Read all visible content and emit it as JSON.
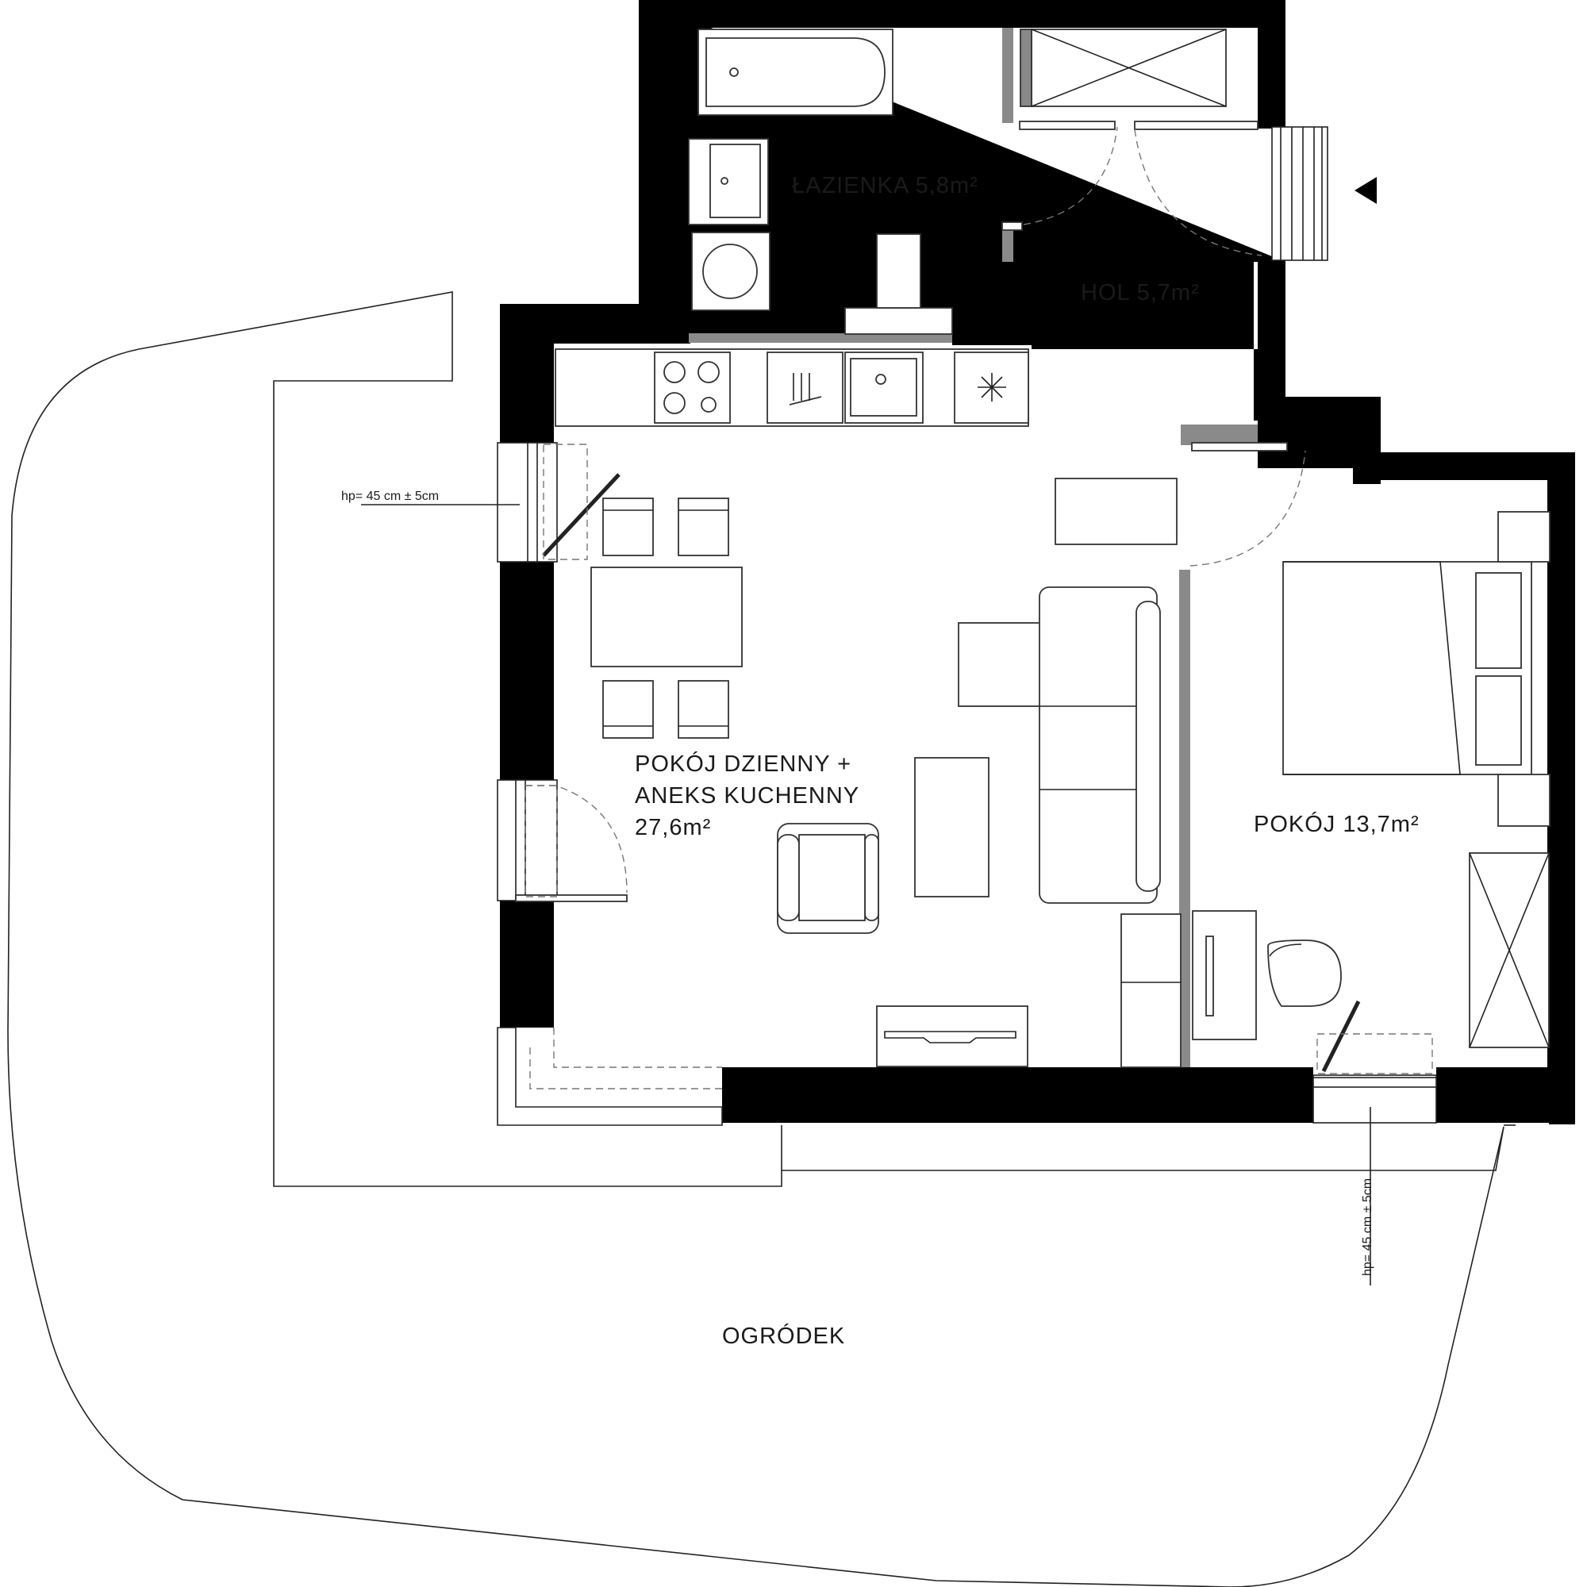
{
  "plan": {
    "rooms": {
      "bathroom": "ŁAZIENKA 5,8m²",
      "hall": "HOL 5,7m²",
      "living_line1": "POKÓJ DZIENNY +",
      "living_line2": "ANEKS KUCHENNY",
      "living_line3": "27,6m²",
      "bedroom": "POKÓJ 13,7m²",
      "garden": "OGRÓDEK"
    },
    "annotations": {
      "sill_height_left": "hp= 45 cm ± 5cm",
      "sill_height_bottom": "hp= 45 cm ± 5cm"
    },
    "icons": [
      "entrance-arrow-icon",
      "hob-icon",
      "dishwasher-icon",
      "sink-icon",
      "fridge-icon",
      "bathtub-icon",
      "washbasin-icon",
      "washing-machine-icon",
      "toilet-icon"
    ]
  }
}
